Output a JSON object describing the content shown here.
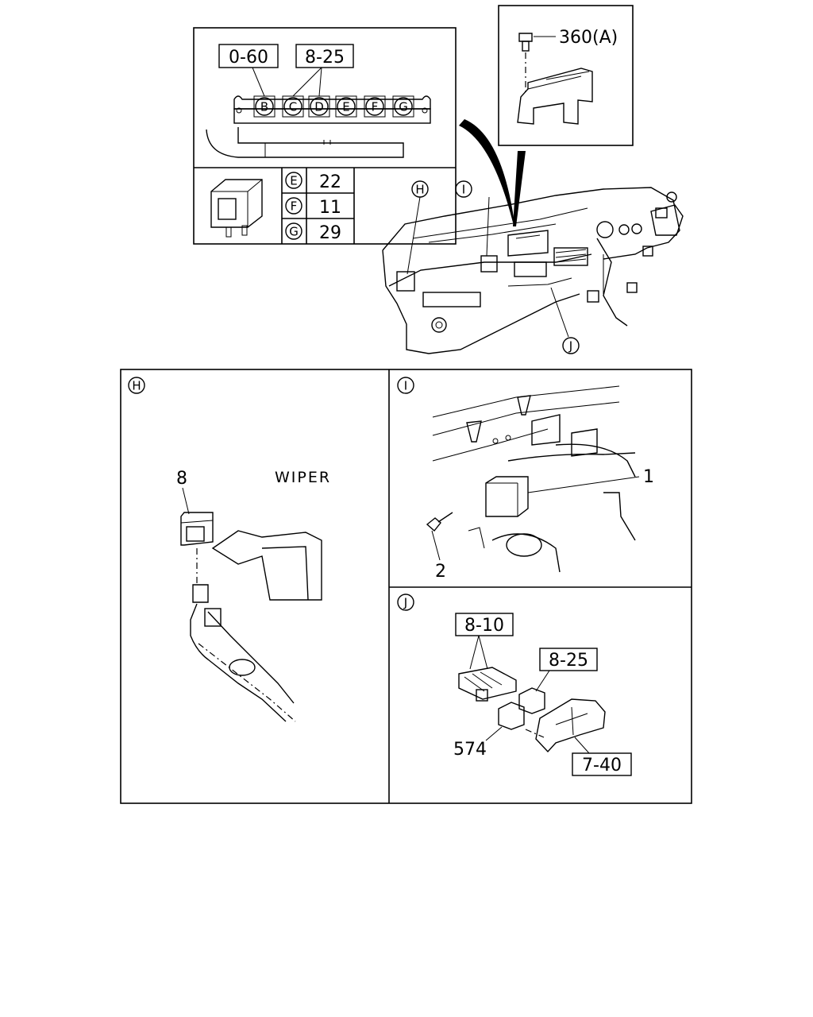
{
  "top_left_box": {
    "refs": [
      "0-60",
      "8-25"
    ],
    "terminals": [
      "B",
      "C",
      "D",
      "E",
      "F",
      "G"
    ]
  },
  "relay_table": {
    "rows": [
      {
        "terminal": "E",
        "value": "22"
      },
      {
        "terminal": "F",
        "value": "11"
      },
      {
        "terminal": "G",
        "value": "29"
      }
    ]
  },
  "top_right_box": {
    "bolt_label": "360(A)"
  },
  "dashboard_callouts": [
    "H",
    "I",
    "J"
  ],
  "panel_h": {
    "letter": "H",
    "part_number": "8",
    "text": "WIPER"
  },
  "panel_i": {
    "letter": "I",
    "parts": [
      "1",
      "2"
    ]
  },
  "panel_j": {
    "letter": "J",
    "refs": [
      "8-10",
      "8-25",
      "7-40"
    ],
    "part_number": "574"
  }
}
